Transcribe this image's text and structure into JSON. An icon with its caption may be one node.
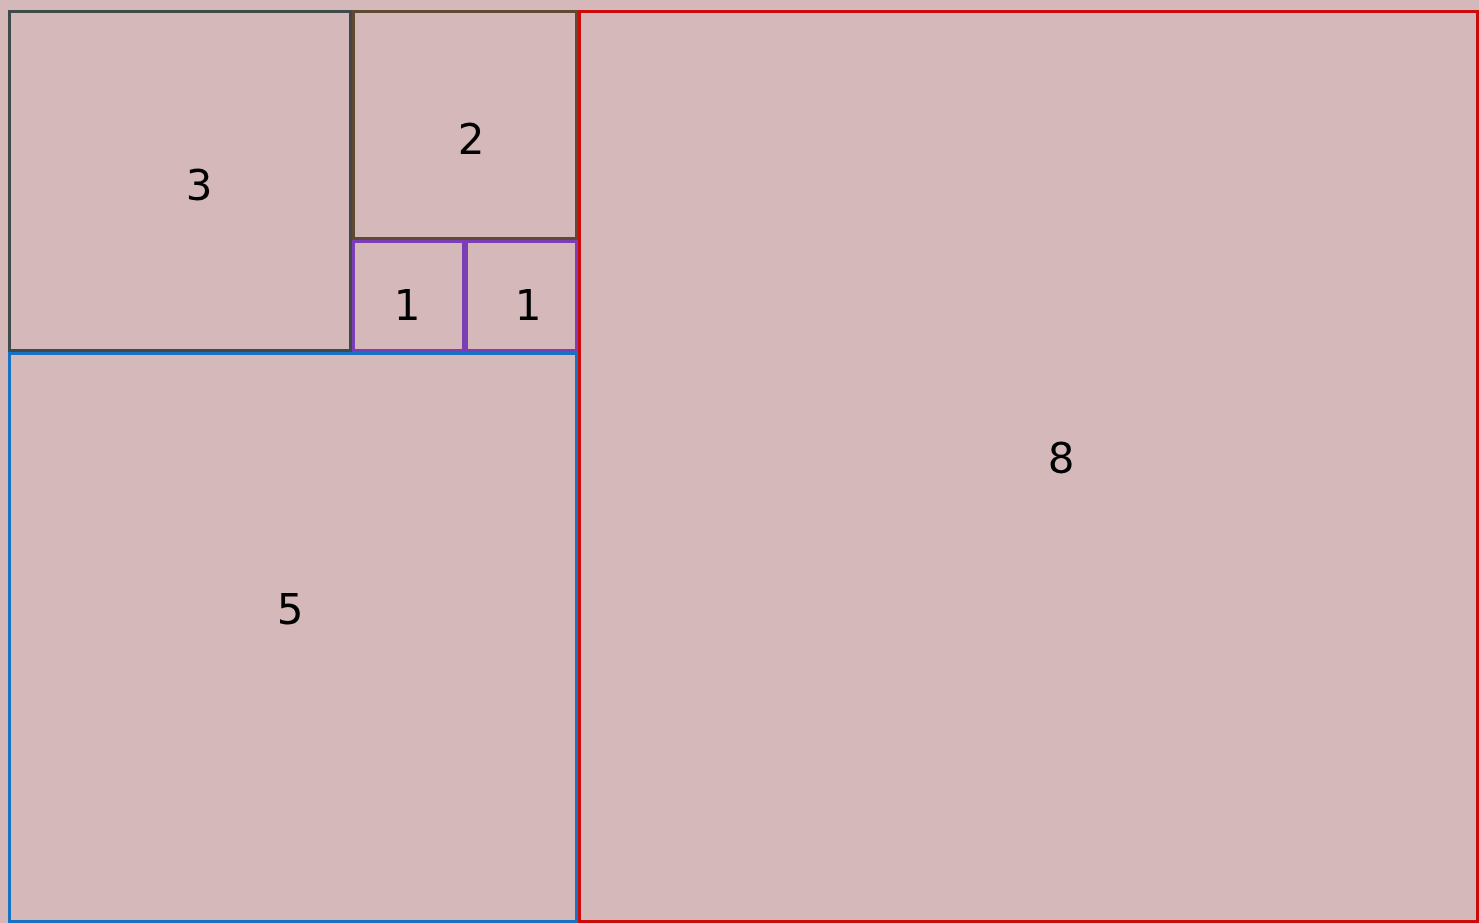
{
  "diagram": {
    "nodes": [
      {
        "text": [
          "3"
        ]
      },
      {
        "text": [
          "2"
        ]
      },
      {
        "text": [
          "1"
        ]
      },
      {
        "text": [
          "1"
        ]
      },
      {
        "text": [
          "5"
        ]
      },
      {
        "text": [
          "8"
        ]
      }
    ]
  }
}
